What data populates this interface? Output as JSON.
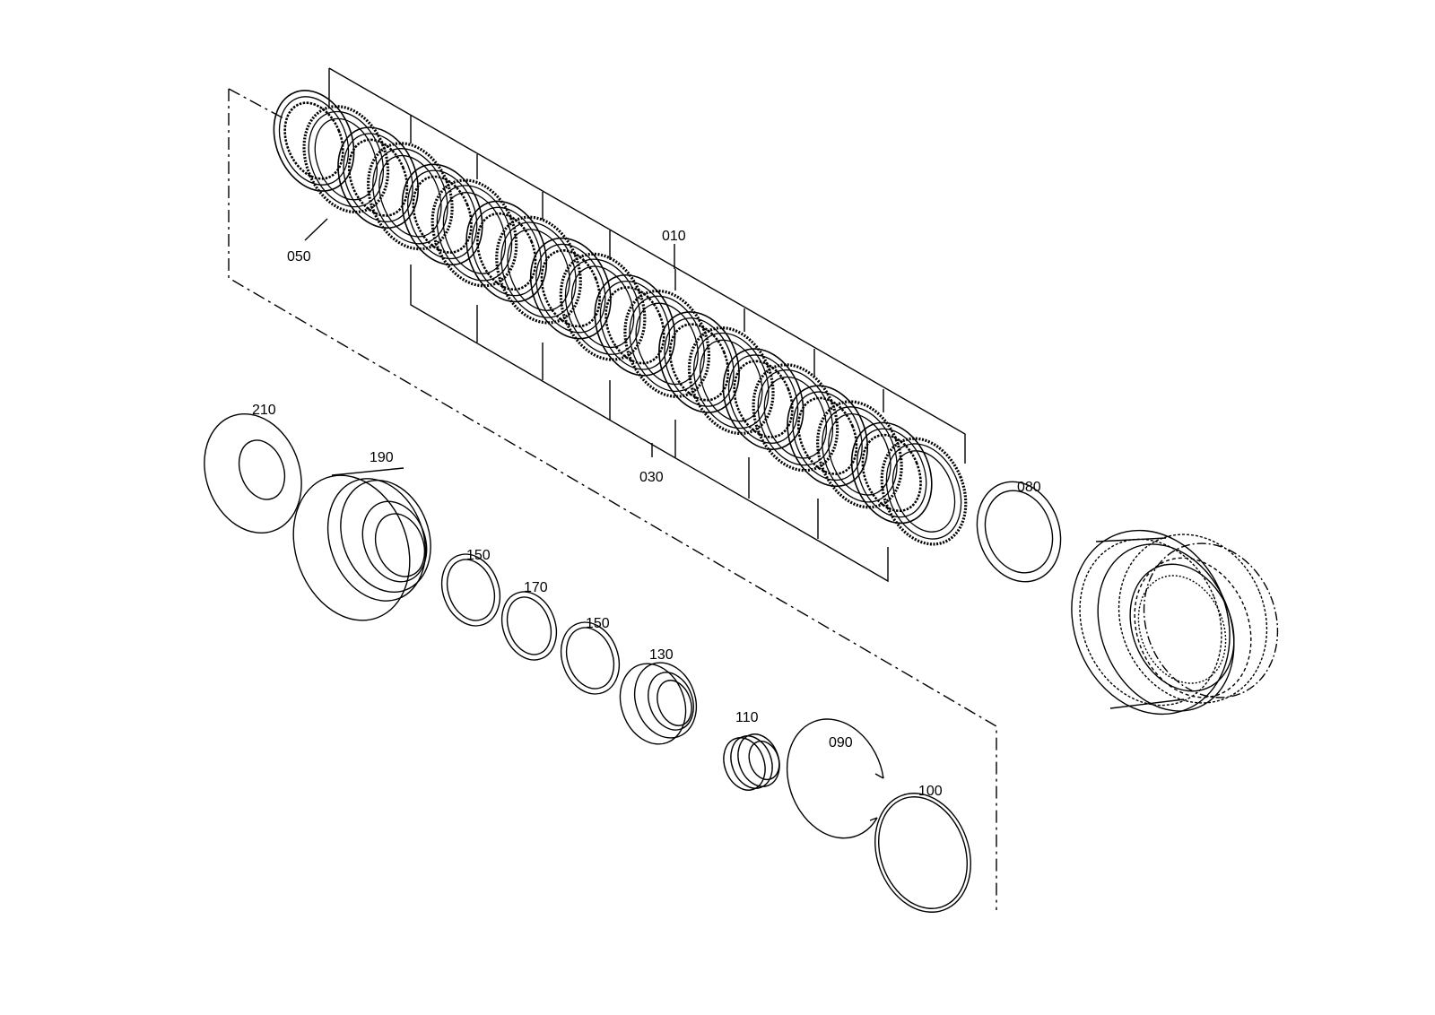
{
  "labels": {
    "p010": "010",
    "p030": "030",
    "p050": "050",
    "p080": "080",
    "p090": "090",
    "p100": "100",
    "p110": "110",
    "p130": "130",
    "p150a": "150",
    "p150b": "150",
    "p170": "170",
    "p190": "190",
    "p210": "210"
  }
}
